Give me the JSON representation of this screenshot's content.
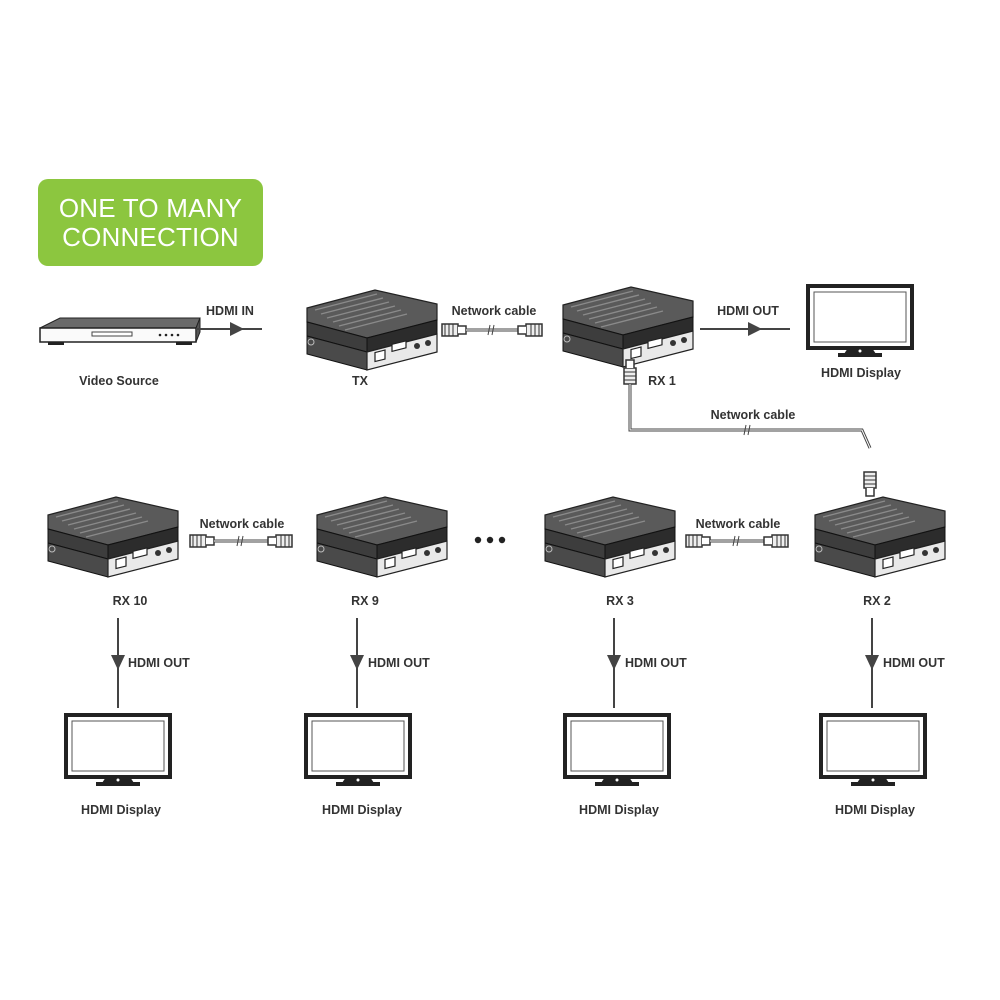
{
  "banner": {
    "line1": "ONE TO MANY",
    "line2": "CONNECTION"
  },
  "colors": {
    "banner": "#8cc63f",
    "line": "#444444",
    "device_body": "#3a3a3a",
    "device_face": "#e9e9e9"
  },
  "source": {
    "label": "Video Source"
  },
  "tx": {
    "label": "TX"
  },
  "rx_units": {
    "rx1": {
      "label": "RX 1"
    },
    "rx2": {
      "label": "RX 2"
    },
    "rx3": {
      "label": "RX 3"
    },
    "rx9": {
      "label": "RX 9"
    },
    "rx10": {
      "label": "RX 10"
    }
  },
  "connections": {
    "hdmi_in": "HDMI IN",
    "hdmi_out": "HDMI OUT",
    "network_cable": "Network cable"
  },
  "display_label": "HDMI Display",
  "icons": [
    "media-player-icon",
    "extender-icon",
    "monitor-icon",
    "rj45-plug-icon",
    "arrow-icon",
    "ellipsis-icon"
  ]
}
